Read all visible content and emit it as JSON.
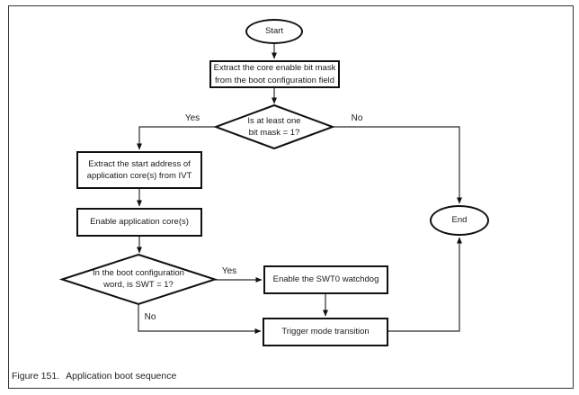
{
  "figure": {
    "caption_label": "Figure 151.",
    "caption_title": "Application boot sequence"
  },
  "flowchart": {
    "nodes": {
      "start": {
        "type": "terminal",
        "text": "Start"
      },
      "extract_bitmask": {
        "type": "process",
        "lines": [
          "Extract the core enable bit mask",
          "from the boot configuration field"
        ]
      },
      "bitmask_decision": {
        "type": "decision",
        "lines": [
          "Is at least one",
          "bit mask = 1?"
        ]
      },
      "extract_start_address": {
        "type": "process",
        "lines": [
          "Extract the start address of",
          "application core(s) from IVT"
        ]
      },
      "enable_cores": {
        "type": "process",
        "text": "Enable application core(s)"
      },
      "swt_decision": {
        "type": "decision",
        "lines": [
          "In the boot configuration",
          "word, is SWT = 1?"
        ]
      },
      "enable_watchdog": {
        "type": "process",
        "text": "Enable the SWT0 watchdog"
      },
      "trigger_transition": {
        "type": "process",
        "text": "Trigger mode transition"
      },
      "end": {
        "type": "terminal",
        "text": "End"
      }
    },
    "edge_labels": {
      "bitmask_yes": "Yes",
      "bitmask_no": "No",
      "swt_yes": "Yes",
      "swt_no": "No"
    },
    "colors": {
      "shape_stroke": "#111111",
      "connector_stroke": "#2b2b2b",
      "background": "#ffffff",
      "text": "#1a1a1a",
      "figure_border": "#333333"
    }
  }
}
